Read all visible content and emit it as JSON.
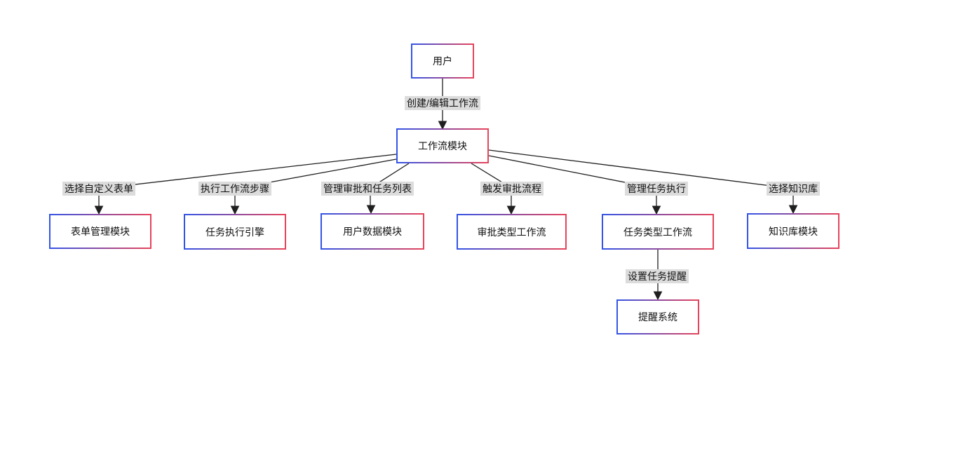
{
  "diagram": {
    "type": "flowchart",
    "direction": "top-down",
    "colors": {
      "node_border_left": "#3354e6",
      "node_border_right": "#e7435a",
      "node_fill": "#ffffff",
      "edge_line": "#1f1f1f",
      "edge_label_bg": "#dcdcdc",
      "text": "#111111",
      "canvas_bg": "#ffffff"
    },
    "nodes": [
      {
        "id": "user",
        "label": "用户"
      },
      {
        "id": "workflow-module",
        "label": "工作流模块"
      },
      {
        "id": "form-management-module",
        "label": "表单管理模块"
      },
      {
        "id": "task-execution-engine",
        "label": "任务执行引擎"
      },
      {
        "id": "user-data-module",
        "label": "用户数据模块"
      },
      {
        "id": "approval-type-workflow",
        "label": "审批类型工作流"
      },
      {
        "id": "task-type-workflow",
        "label": "任务类型工作流"
      },
      {
        "id": "knowledge-base-module",
        "label": "知识库模块"
      },
      {
        "id": "reminder-system",
        "label": "提醒系统"
      }
    ],
    "edges": [
      {
        "from": "用户",
        "to": "工作流模块",
        "label": "创建/编辑工作流"
      },
      {
        "from": "工作流模块",
        "to": "表单管理模块",
        "label": "选择自定义表单"
      },
      {
        "from": "工作流模块",
        "to": "任务执行引擎",
        "label": "执行工作流步骤"
      },
      {
        "from": "工作流模块",
        "to": "用户数据模块",
        "label": "管理审批和任务列表"
      },
      {
        "from": "工作流模块",
        "to": "审批类型工作流",
        "label": "触发审批流程"
      },
      {
        "from": "工作流模块",
        "to": "任务类型工作流",
        "label": "管理任务执行"
      },
      {
        "from": "工作流模块",
        "to": "知识库模块",
        "label": "选择知识库"
      },
      {
        "from": "任务类型工作流",
        "to": "提醒系统",
        "label": "设置任务提醒"
      }
    ]
  }
}
